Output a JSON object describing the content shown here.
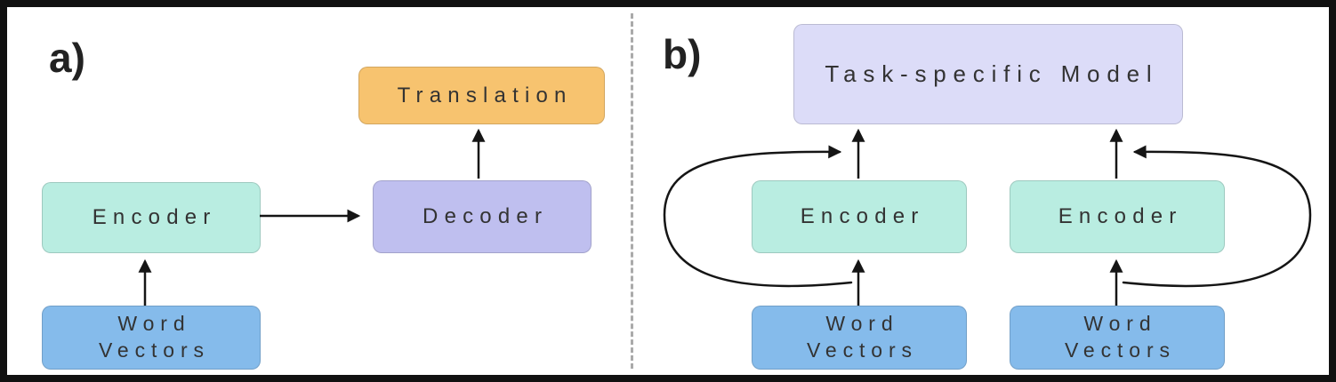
{
  "figure": {
    "panel_a": {
      "label": "a)",
      "translation_box": "Translation",
      "encoder_box": "Encoder",
      "decoder_box": "Decoder",
      "word_vectors_box": {
        "line1": "Word",
        "line2": "Vectors"
      }
    },
    "panel_b": {
      "label": "b)",
      "task_model_box": "Task-specific Model",
      "left_encoder_box": "Encoder",
      "right_encoder_box": "Encoder",
      "left_word_vectors_box": {
        "line1": "Word",
        "line2": "Vectors"
      },
      "right_word_vectors_box": {
        "line1": "Word",
        "line2": "Vectors"
      }
    },
    "colors": {
      "word_vectors": "#85BBEB",
      "encoder": "#B9EDE1",
      "decoder": "#BFBFEF",
      "translation": "#F7C36F",
      "task_model": "#DCDCF8",
      "arrow": "#151515",
      "divider": "#AAAAAA",
      "frame": "#111111",
      "text": "#333333"
    }
  }
}
